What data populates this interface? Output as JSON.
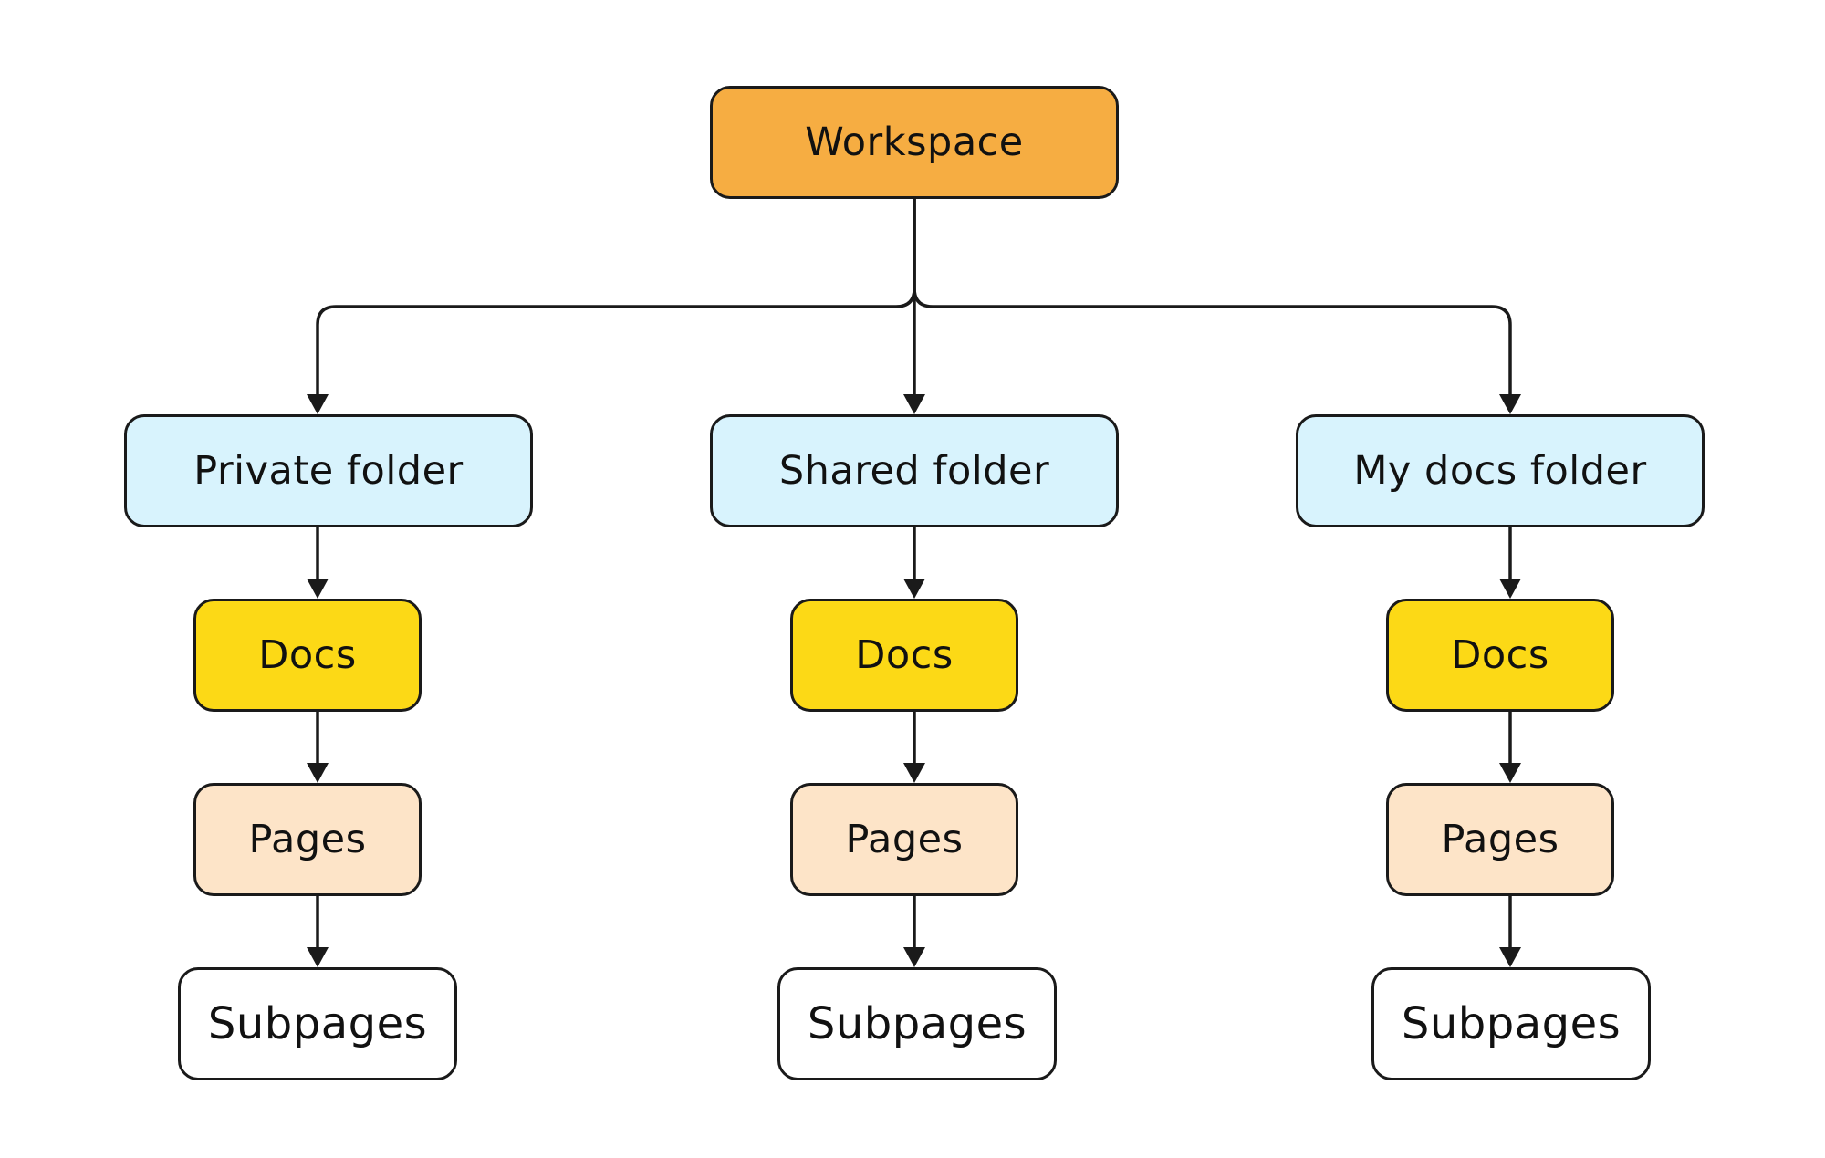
{
  "diagram": {
    "root": {
      "label": "Workspace",
      "color": "#f6ad42"
    },
    "branches": [
      {
        "folder": {
          "label": "Private folder",
          "color": "#d8f3fd"
        },
        "docs": {
          "label": "Docs",
          "color": "#fcd916"
        },
        "pages": {
          "label": "Pages",
          "color": "#fde4c8"
        },
        "subpages": {
          "label": "Subpages",
          "color": "#ffffff"
        }
      },
      {
        "folder": {
          "label": "Shared folder",
          "color": "#d8f3fd"
        },
        "docs": {
          "label": "Docs",
          "color": "#fcd916"
        },
        "pages": {
          "label": "Pages",
          "color": "#fde4c8"
        },
        "subpages": {
          "label": "Subpages",
          "color": "#ffffff"
        }
      },
      {
        "folder": {
          "label": "My docs folder",
          "color": "#d8f3fd"
        },
        "docs": {
          "label": "Docs",
          "color": "#fcd916"
        },
        "pages": {
          "label": "Pages",
          "color": "#fde4c8"
        },
        "subpages": {
          "label": "Subpages",
          "color": "#ffffff"
        }
      }
    ],
    "edge_color": "#1a1a1a"
  }
}
